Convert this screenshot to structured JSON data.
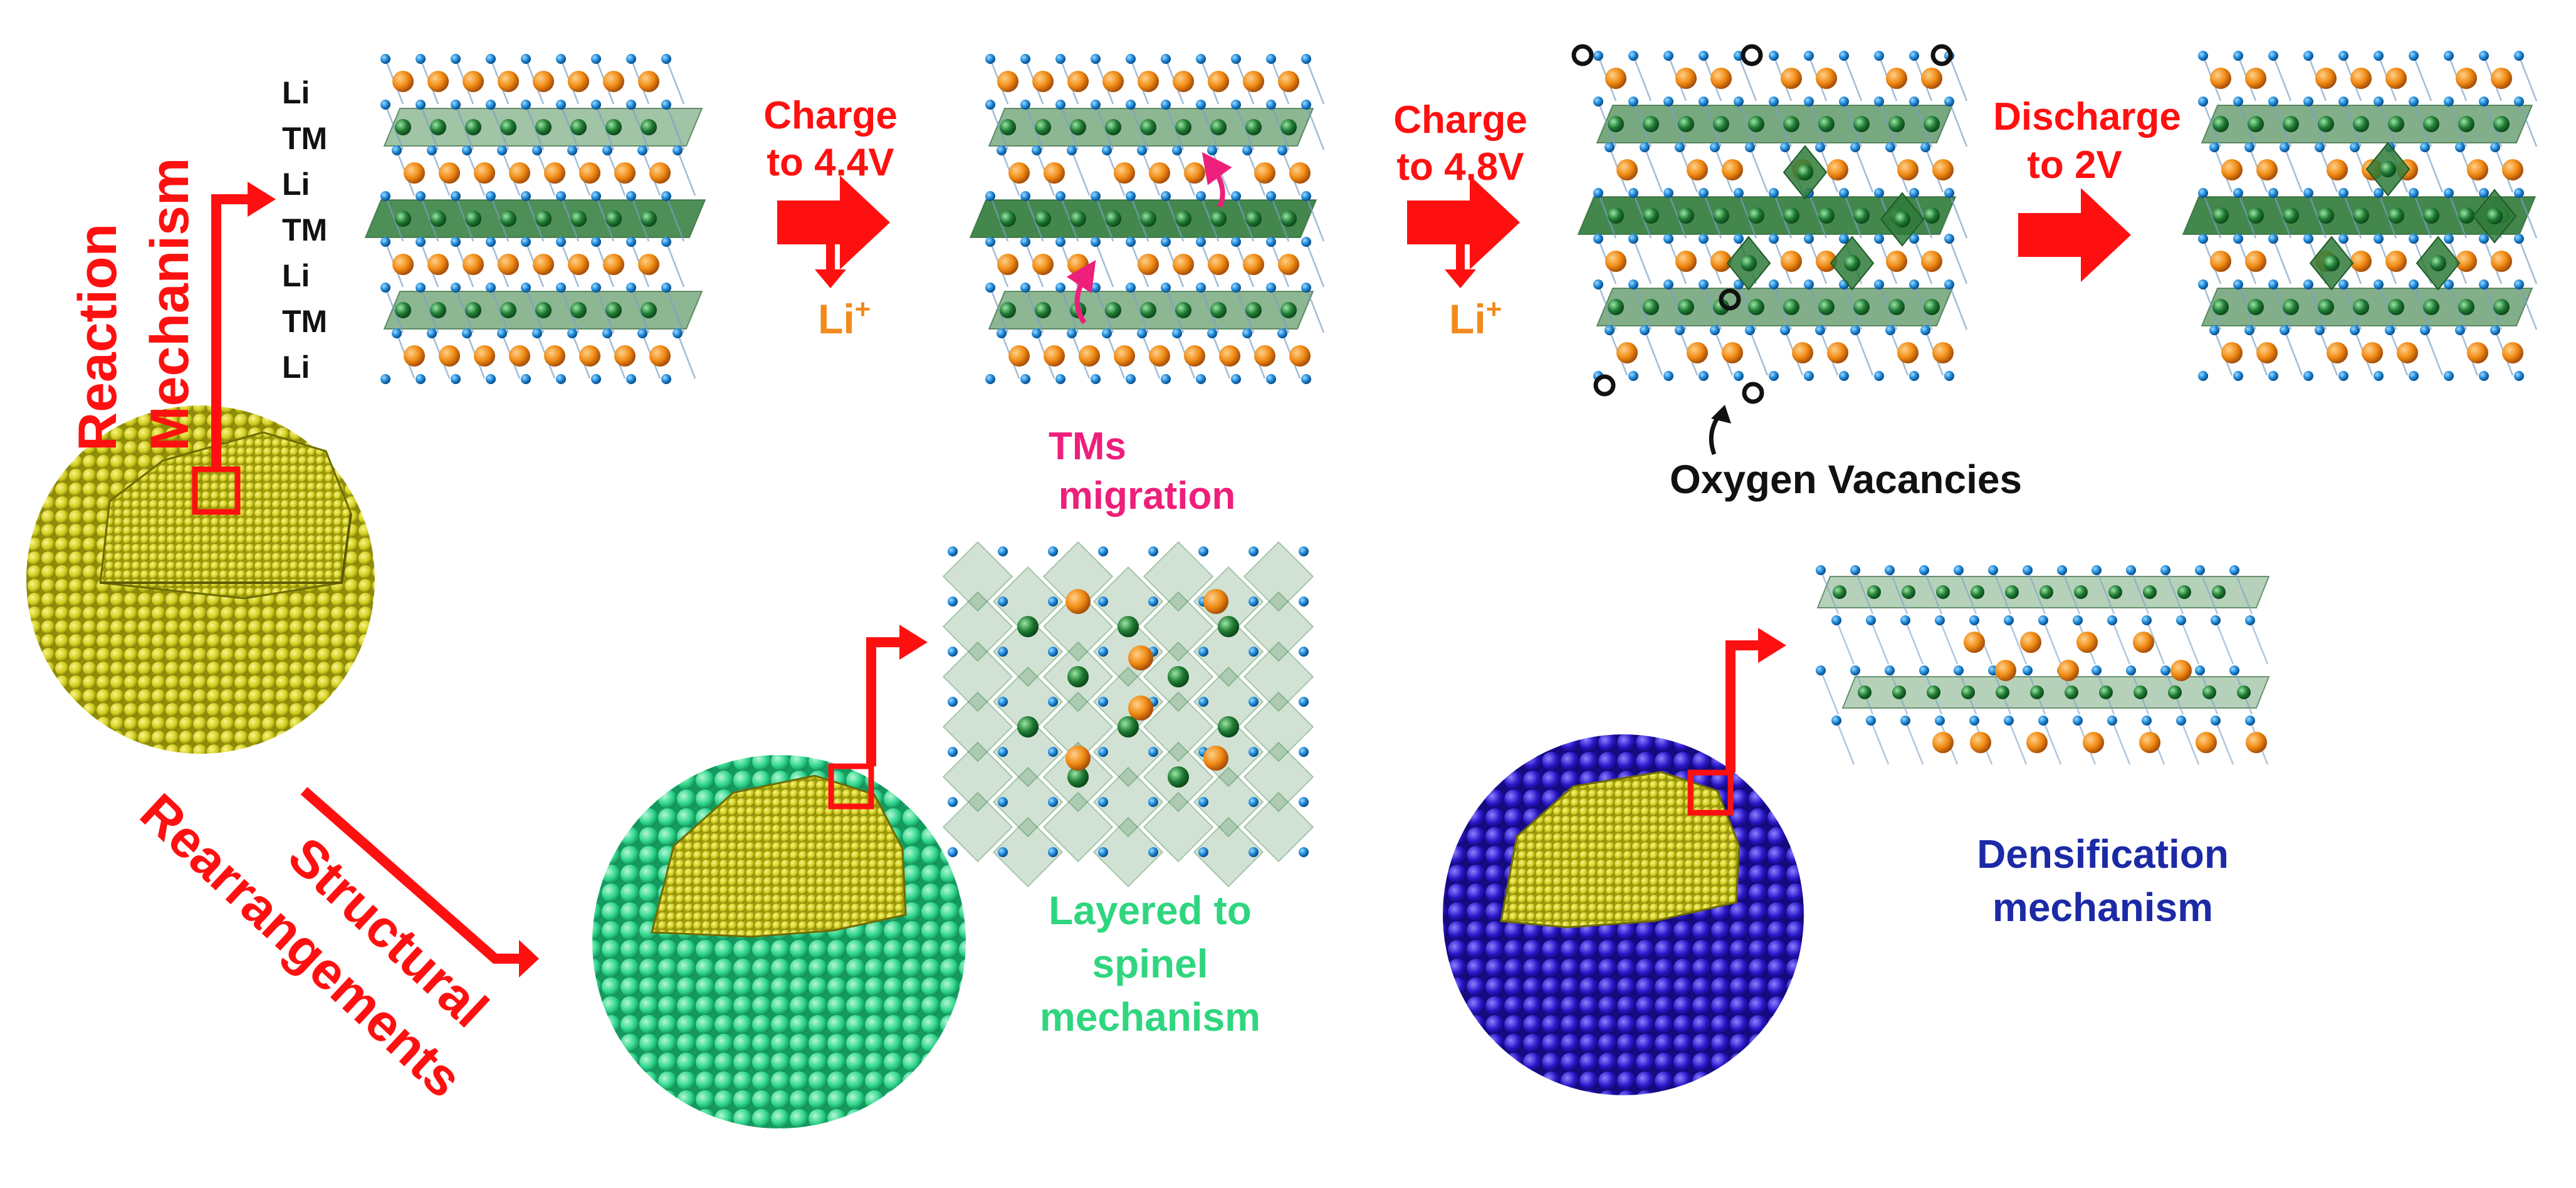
{
  "colors": {
    "red": "#ff1010",
    "orange": "#f28a1e",
    "magenta": "#ee1f7a",
    "green_text": "#2fd67f",
    "navy": "#1c2aa6",
    "layer_green": "#2f7a3a",
    "tm_ball": "#1f7a33",
    "oxygen_blue": "#1a86d6",
    "li_orange": "#f08a12",
    "yellow_particle": "#cfcc1c",
    "mint_particle": "#2ed68c",
    "blue_particle": "#2a16c8",
    "black": "#111111"
  },
  "side_labels": {
    "reaction": [
      "Reaction",
      "Mechanism"
    ],
    "structural": [
      "Structural",
      "Rearrangements"
    ]
  },
  "layer_labels": [
    "Li",
    "TM",
    "Li",
    "TM",
    "Li",
    "TM",
    "Li"
  ],
  "steps": [
    {
      "lines": [
        "Charge",
        "to 4.4V"
      ],
      "ion": "Li",
      "ion_charge": "+"
    },
    {
      "lines": [
        "Charge",
        "to 4.8V"
      ],
      "ion": "Li",
      "ion_charge": "+"
    },
    {
      "lines": [
        "Discharge",
        "to 2V"
      ]
    }
  ],
  "annotations": {
    "tm_migration": [
      "TMs",
      "migration"
    ],
    "oxygen_vacancies": "Oxygen Vacancies"
  },
  "mechanisms": {
    "spinel": [
      "Layered to",
      "spinel",
      "mechanism"
    ],
    "densification": [
      "Densification",
      "mechanism"
    ]
  },
  "icons": {
    "arrow": "thick-right-arrow",
    "ion_release": "down-arrow",
    "particle": "atom-sphere-cutaway",
    "crystal": "layered-crystal-structure"
  }
}
